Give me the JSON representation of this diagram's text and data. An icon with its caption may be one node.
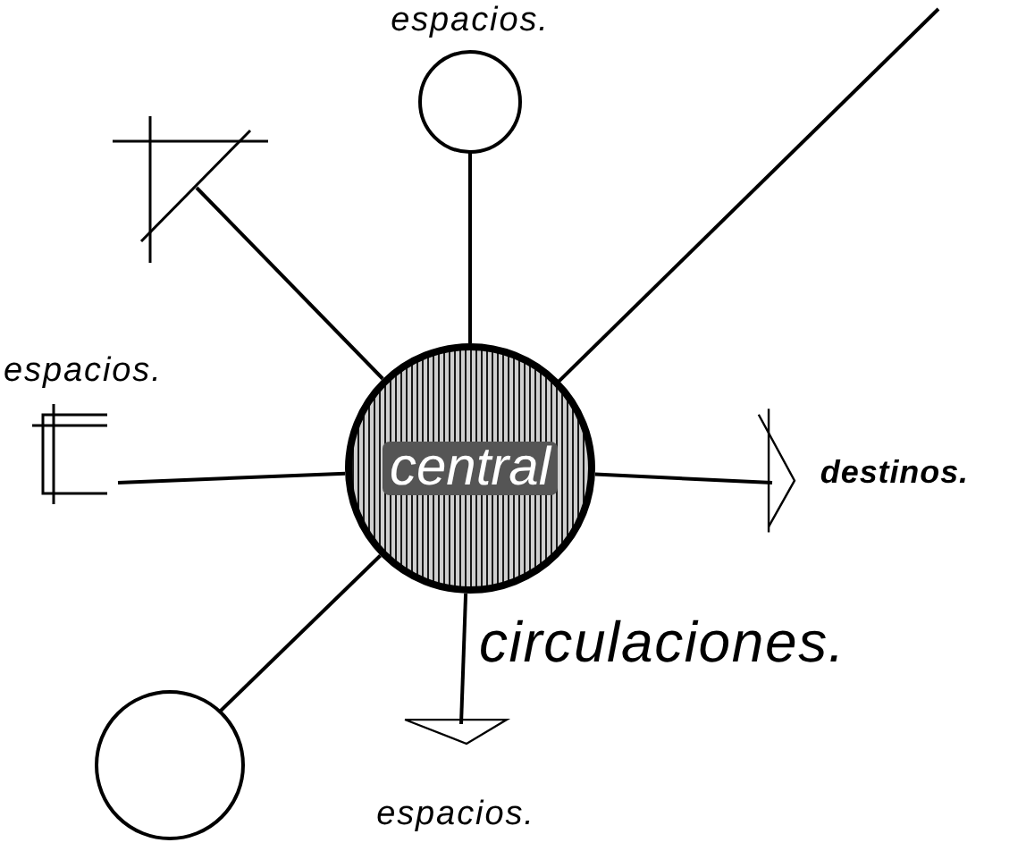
{
  "diagram": {
    "nodes": [
      {
        "text": [
          "central"
        ]
      },
      {
        "text": [
          "espacios."
        ]
      },
      {
        "text": [],
        "shape": "picture"
      },
      {
        "text": [
          "espacios."
        ]
      },
      {
        "text": [
          "destinos."
        ]
      },
      {
        "text": [],
        "shape": "circle"
      },
      {
        "text": [
          "espacios."
        ]
      }
    ],
    "edges": [
      {
        "from": 0,
        "to": 1,
        "arrow": "none"
      },
      {
        "from": 0,
        "to": 2,
        "arrow": "none"
      },
      {
        "from": 0,
        "to": null,
        "arrow": "none"
      },
      {
        "from": 0,
        "to": 3,
        "arrow": "none"
      },
      {
        "from": 0,
        "to": 4,
        "arrow": "none"
      },
      {
        "from": 0,
        "to": 5,
        "arrow": "none"
      },
      {
        "from": 0,
        "to": 6,
        "arrow": "none"
      }
    ],
    "labels": [
      "circulaciones."
    ]
  }
}
